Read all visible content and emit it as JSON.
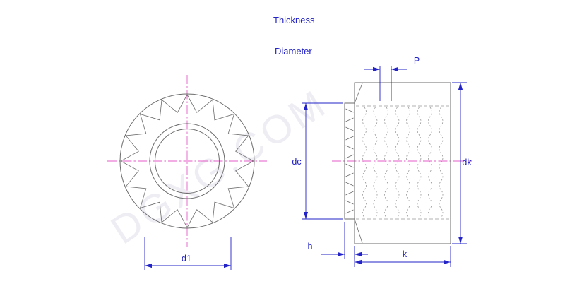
{
  "header_labels": {
    "thickness": "Thickness",
    "diameter": "Diameter"
  },
  "dimensions": {
    "p": "P",
    "dc": "dc",
    "dk": "dk",
    "h": "h",
    "k": "k",
    "d1": "d1"
  },
  "watermark": "DGXG.COM",
  "colors": {
    "dimension": "#2323c8",
    "centerline": "#e55cc8",
    "outline": "#6b6b6b",
    "thread": "#979797",
    "watermark": "#e2e2ec"
  }
}
